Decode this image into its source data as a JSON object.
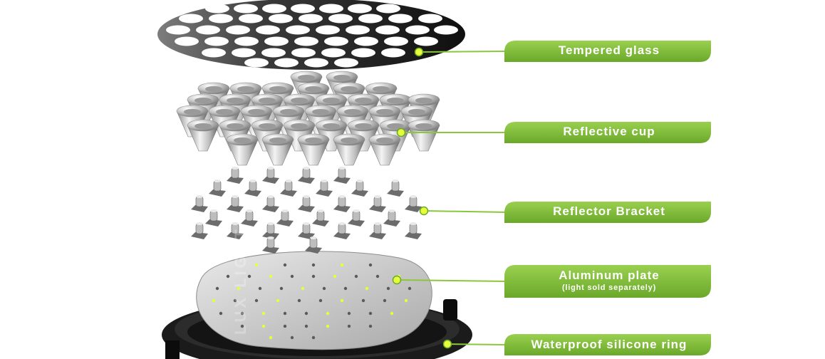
{
  "callouts": [
    {
      "label": "Tempered glass"
    },
    {
      "label": "Reflective cup"
    },
    {
      "label": "Reflector Bracket"
    },
    {
      "label": "Aluminum plate",
      "sublabel": "(light sold separately)"
    },
    {
      "label": "Waterproof silicone ring"
    }
  ],
  "watermark": "LUX LIGHT",
  "colors": {
    "badge_green": "#82c33a",
    "badge_green_dark": "#6aa82a",
    "leader_green": "#8cc63f",
    "dot_yellow": "#e6ff3c"
  }
}
